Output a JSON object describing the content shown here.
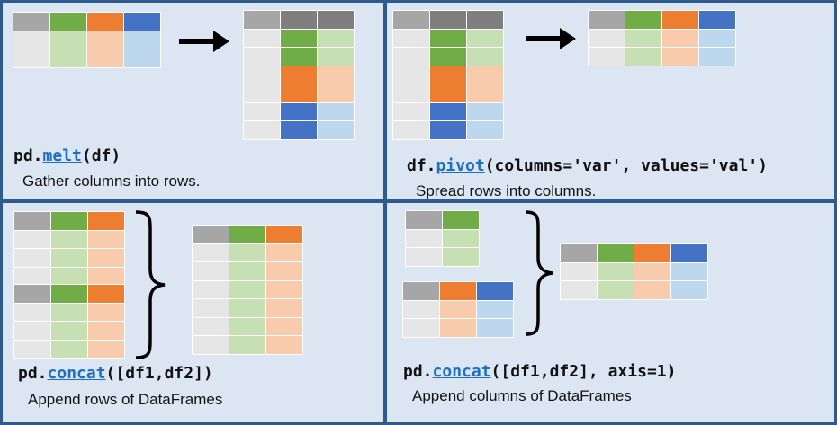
{
  "palette": {
    "header_gray": "#a6a6a6",
    "header_dark_gray": "#7f7f7f",
    "body_gray": "#e6e6e6",
    "green": "#70ad47",
    "light_green": "#c6e0b4",
    "orange": "#ed7d31",
    "light_orange": "#f8cbad",
    "blue": "#4472c4",
    "light_blue": "#bdd7ee",
    "border": "#ffffff",
    "panel": "#dce6f2",
    "frame": "#2e5b8e",
    "link": "#1f6fc1"
  },
  "panels": {
    "melt": {
      "code_prefix": "pd.",
      "code_fn": "melt",
      "code_suffix": "(df)",
      "caption": "Gather columns into rows."
    },
    "pivot": {
      "code_prefix": "df.",
      "code_fn": "pivot",
      "code_suffix": "(columns='var', values='val')",
      "caption": "Spread rows into columns."
    },
    "concat_rows": {
      "code_prefix": "pd.",
      "code_fn": "concat",
      "code_suffix": "([df1,df2])",
      "caption": "Append rows of DataFrames"
    },
    "concat_cols": {
      "code_prefix": "pd.",
      "code_fn": "concat",
      "code_suffix": "([df1,df2], axis=1)",
      "caption": "Append columns of DataFrames"
    }
  }
}
